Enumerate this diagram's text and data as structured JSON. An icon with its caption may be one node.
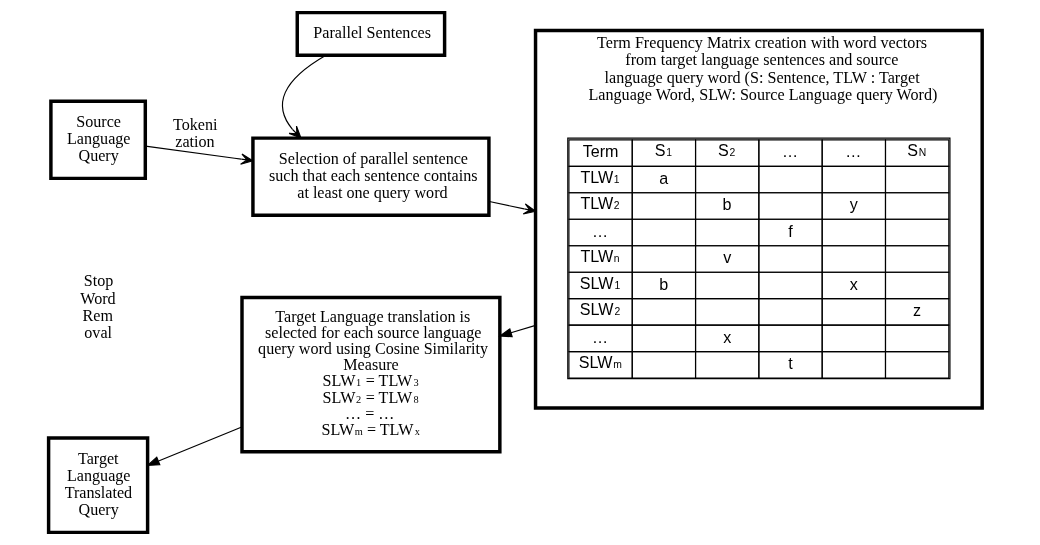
{
  "diagram": {
    "nodes": [
      {
        "text": [
          "Parallel Sentences"
        ]
      },
      {
        "text": [
          "Source Language Query"
        ]
      },
      {
        "text": [
          "Selection of parallel sentence such that each sentence contains at least one query word"
        ]
      },
      {
        "text": [
          "Term Frequency Matrix creation with word vectors from target language sentences and source language query word (S: Sentence, TLW : Target Language Word, SLW: Source Language query Word)"
        ]
      },
      {
        "text": [
          "Target Language translation is selected for each source language query word using Cosine Similarity Measure",
          "SLW$_{1}$ = TLW$_{3}$",
          "SLW$_{2}$ = TLW$_{8}$",
          "… = …",
          "SLW$_{m}$ = TLW$_{x}$"
        ]
      },
      {
        "text": [
          "Target Language Translated Query"
        ]
      }
    ],
    "edges": [
      {
        "from": 0,
        "to": 2,
        "arrow": "to"
      },
      {
        "from": 1,
        "to": 2,
        "arrow": "to",
        "label": "Tokeni zation"
      },
      {
        "from": 2,
        "to": 3,
        "arrow": "to"
      },
      {
        "from": 3,
        "to": 4,
        "arrow": "to"
      },
      {
        "from": 4,
        "to": 5,
        "arrow": "to"
      }
    ],
    "labels": [
      "Stop Word Rem oval",
      "Term",
      "S$_{1}$",
      "S$_{2}$",
      "…",
      "…",
      "S$_{N}$",
      "TLW$_{1}$",
      "a",
      "TLW$_{2}$",
      "b",
      "y",
      "…",
      "f",
      "TLW$_{n}$",
      "v",
      "SLW$_{1}$",
      "b",
      "x",
      "SLW$_{2}$",
      "z",
      "…",
      "x",
      "SLW$_{m}$",
      "t"
    ]
  }
}
